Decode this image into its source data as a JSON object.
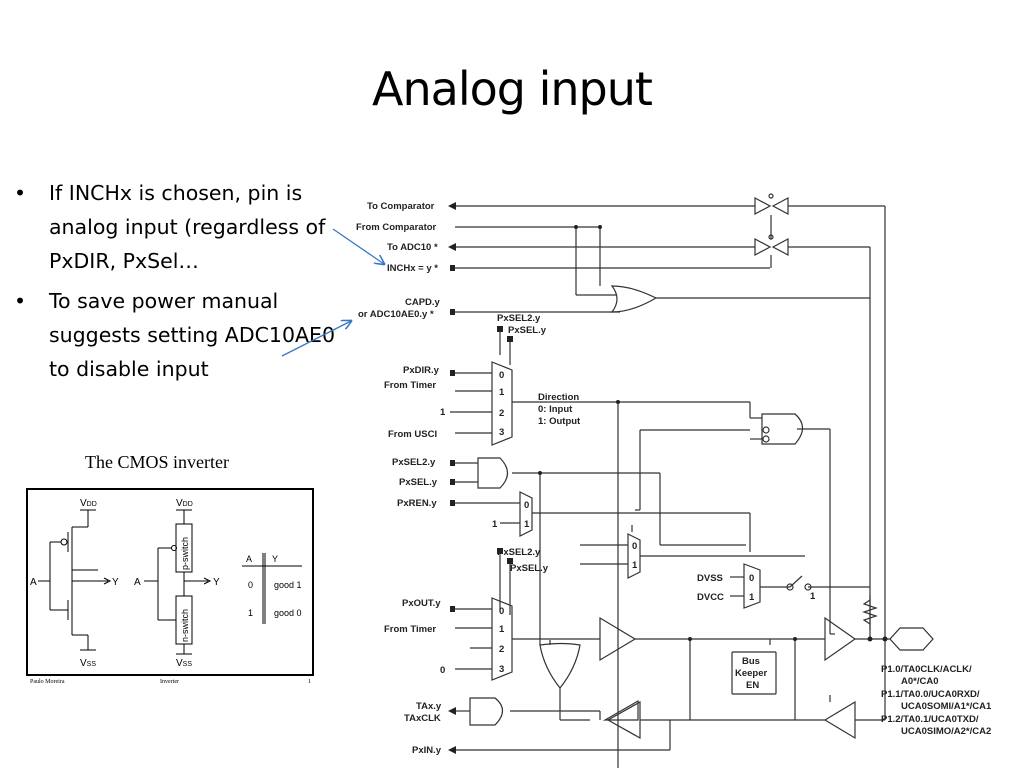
{
  "slide": {
    "title": "Analog input",
    "bullets": [
      "If INCHx is chosen, pin is analog input (regardless of PxDIR, PxSel…",
      "To save power manual suggests setting ADC10AE0 to disable input"
    ],
    "bullet_glyph": "•",
    "arrow_color": "#3a78c4"
  },
  "cmos": {
    "title": "The CMOS inverter",
    "vdd": "V",
    "vdd_sub": "DD",
    "vss": "V",
    "vss_sub": "SS",
    "input": "A",
    "output": "Y",
    "p_switch": "p-switch",
    "n_switch": "n-switch",
    "table_header": [
      "A",
      "Y"
    ],
    "table_rows": [
      [
        "0",
        "good 1"
      ],
      [
        "1",
        "good 0"
      ]
    ],
    "footer": [
      "Paulo Moreira",
      "Inverter",
      "1"
    ]
  },
  "schematic": {
    "left_labels": {
      "to_comparator": "To Comparator",
      "from_comparator": "From Comparator",
      "to_adc10": "To ADC10 *",
      "inchx": "INCHx = y *",
      "capd": "CAPD.y",
      "adc10ae0": "or ADC10AE0.y *",
      "pxdir": "PxDIR.y",
      "from_timer_1": "From Timer",
      "one": "1",
      "from_usci": "From USCI",
      "pxsel2_a": "PxSEL2.y",
      "pxsel_a": "PxSEL.y",
      "pxren": "PxREN.y",
      "pxout": "PxOUT.y",
      "from_timer_2": "From Timer",
      "zero": "0",
      "tax": "TAx.y",
      "taxclk": "TAxCLK",
      "pxin": "PxIN.y"
    },
    "top_labels": {
      "pxsel2_top": "PxSEL2.y",
      "pxsel_top": "PxSEL.y",
      "pxsel2_mid": "PxSEL2.y",
      "pxsel_mid": "PxSEL.y"
    },
    "direction": [
      "Direction",
      "0: Input",
      "1: Output"
    ],
    "mux_inputs": [
      "0",
      "1",
      "2",
      "3"
    ],
    "mux2_inputs": [
      "0",
      "1"
    ],
    "dvss": "DVSS",
    "dvcc": "DVCC",
    "switch_one": "1",
    "ren_one": "1",
    "bus_keeper": [
      "Bus",
      "Keeper",
      "EN"
    ],
    "pin_labels": [
      "P1.0/TA0CLK/ACLK/",
      "A0*/CA0",
      "P1.1/TA0.0/UCA0RXD/",
      "UCA0SOMI/A1*/CA1",
      "P1.2/TA0.1/UCA0TXD/",
      "UCA0SIMO/A2*/CA2"
    ]
  }
}
